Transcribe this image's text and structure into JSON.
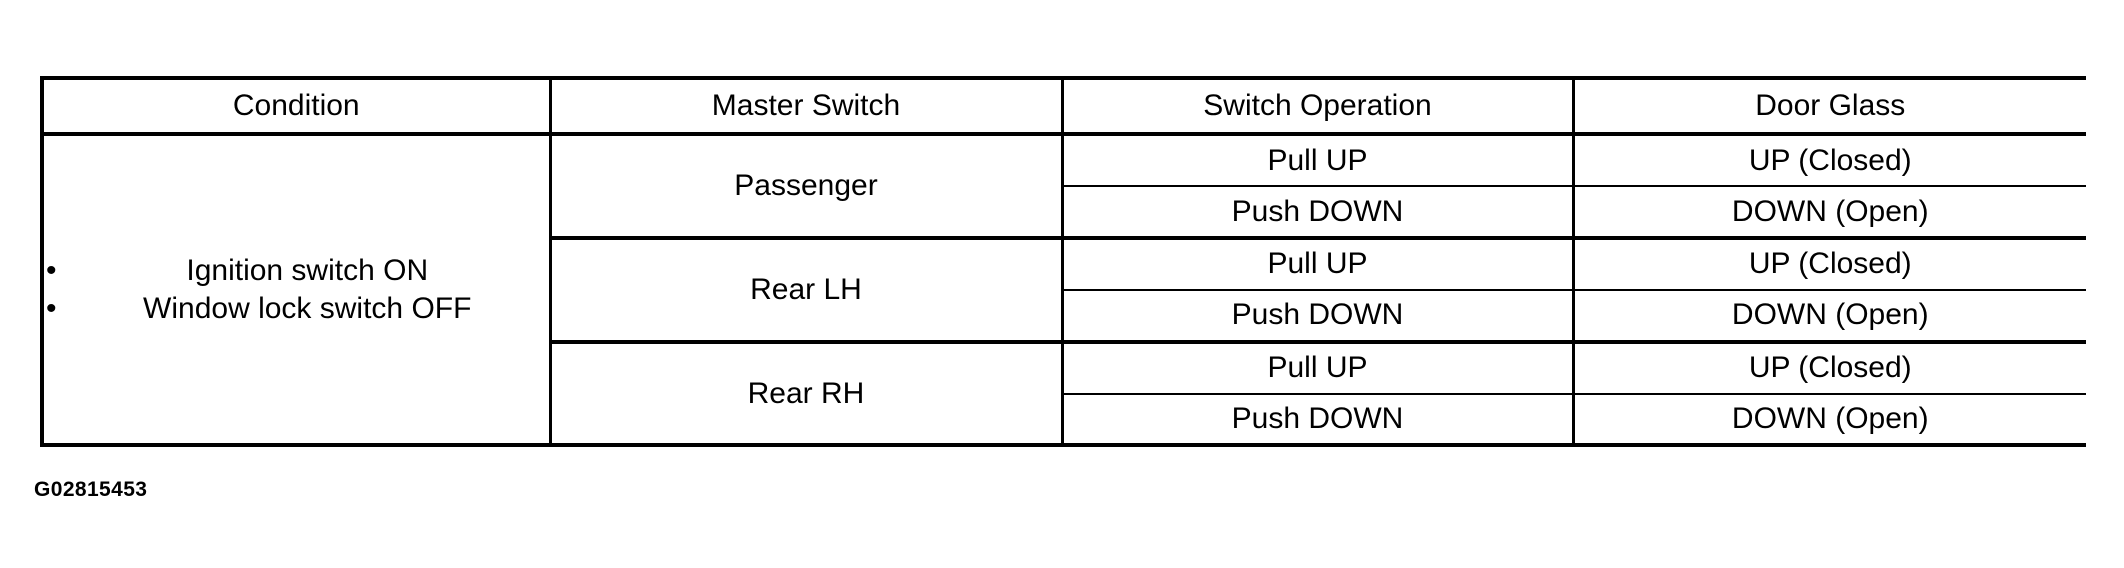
{
  "figure": {
    "caption": "G02815453"
  },
  "table": {
    "headers": [
      "Condition",
      "Master Switch",
      "Switch Operation",
      "Door Glass"
    ],
    "condition": {
      "bullet_glyph": "•",
      "items": [
        "Ignition switch ON",
        "Window lock switch OFF"
      ]
    },
    "groups": [
      {
        "master_switch": "Passenger",
        "rows": [
          {
            "switch_operation": "Pull UP",
            "door_glass": "UP (Closed)"
          },
          {
            "switch_operation": "Push DOWN",
            "door_glass": "DOWN (Open)"
          }
        ]
      },
      {
        "master_switch": "Rear LH",
        "rows": [
          {
            "switch_operation": "Pull UP",
            "door_glass": "UP (Closed)"
          },
          {
            "switch_operation": "Push DOWN",
            "door_glass": "DOWN (Open)"
          }
        ]
      },
      {
        "master_switch": "Rear RH",
        "rows": [
          {
            "switch_operation": "Pull UP",
            "door_glass": "UP (Closed)"
          },
          {
            "switch_operation": "Push DOWN",
            "door_glass": "DOWN (Open)"
          }
        ]
      }
    ]
  },
  "colors": {
    "ink": "#000000",
    "paper": "#ffffff"
  }
}
